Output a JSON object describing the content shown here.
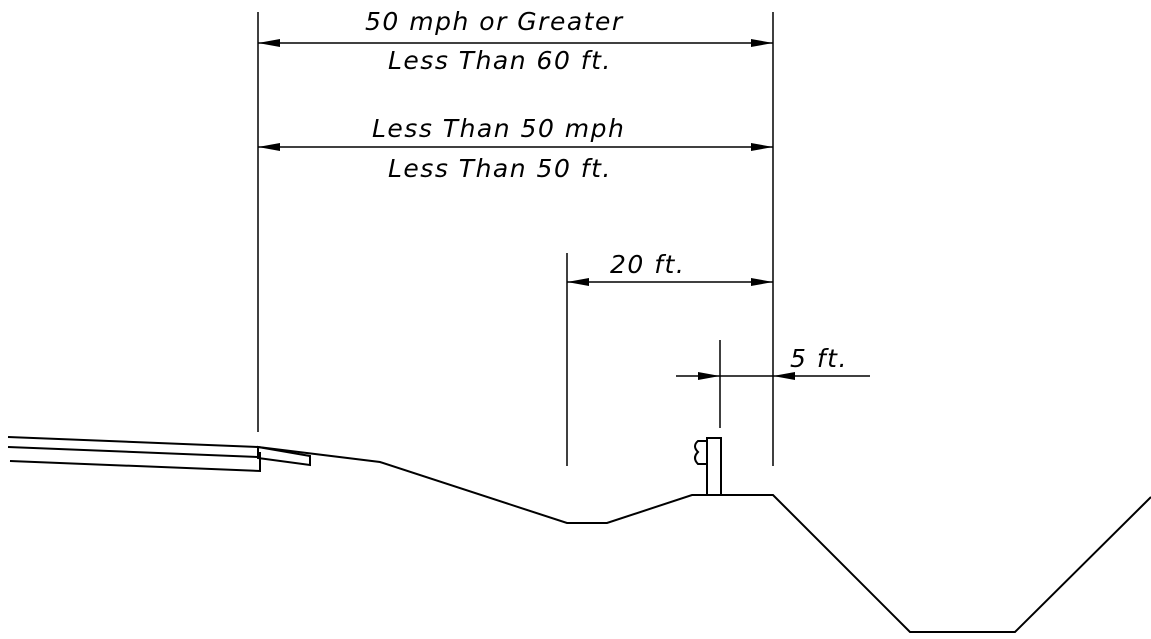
{
  "dimensions": [
    {
      "id": "dim-50mph-plus",
      "line1": "50 mph or Greater",
      "line2": "Less Than 60 ft."
    },
    {
      "id": "dim-under-50mph",
      "line1": "Less Than 50 mph",
      "line2": "Less Than 50 ft."
    },
    {
      "id": "dim-20ft",
      "label": "20 ft."
    },
    {
      "id": "dim-5ft",
      "label": "5 ft."
    }
  ],
  "colors": {
    "line": "#000000",
    "background": "#ffffff"
  }
}
